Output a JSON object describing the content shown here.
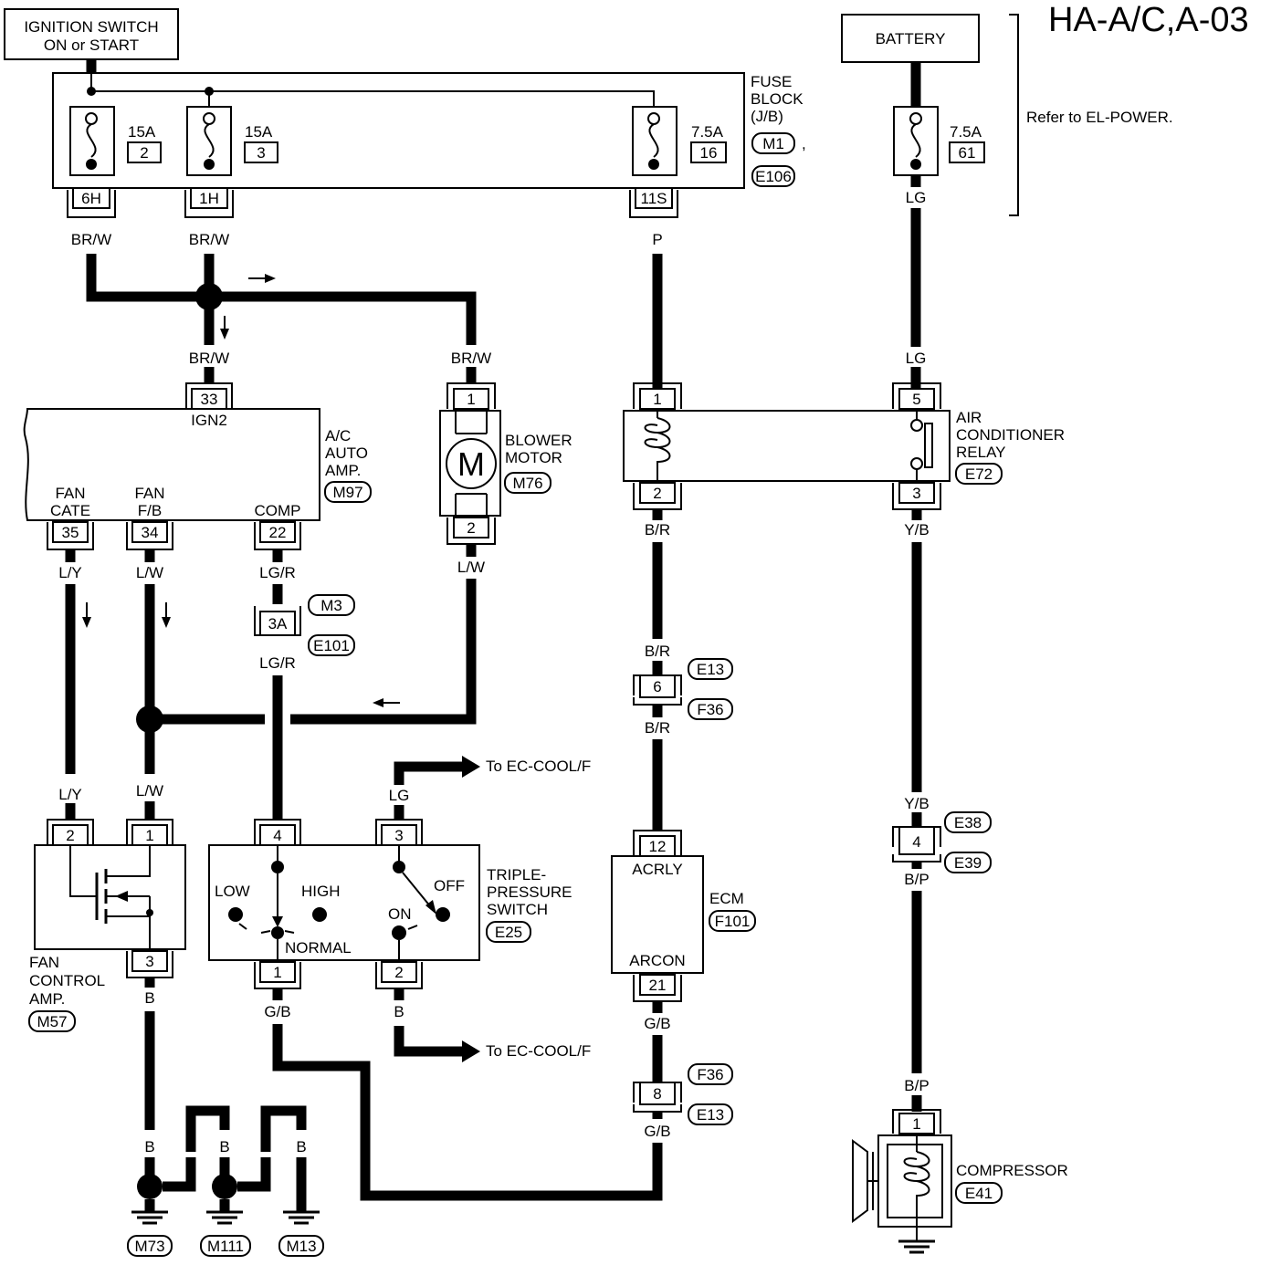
{
  "page_title": "HA-A/C,A-03",
  "sources": {
    "ignition_switch": [
      "IGNITION SWITCH",
      "ON or START"
    ],
    "battery": "BATTERY",
    "refer_note": "Refer to EL-POWER."
  },
  "fuse_block": {
    "label_lines": [
      "FUSE",
      "BLOCK",
      "(J/B)"
    ],
    "connector_ids": [
      "M1",
      "E106"
    ],
    "separator": ",",
    "fuses": [
      {
        "rating": "15A",
        "number": "2",
        "terminal": "6H"
      },
      {
        "rating": "15A",
        "number": "3",
        "terminal": "1H"
      },
      {
        "rating": "7.5A",
        "number": "16",
        "terminal": "11S"
      }
    ]
  },
  "battery_fuse": {
    "rating": "7.5A",
    "number": "61"
  },
  "wire_colors": {
    "brw": "BR/W",
    "p": "P",
    "lg": "LG",
    "ly": "L/Y",
    "lw": "L/W",
    "lgr": "LG/R",
    "br": "B/R",
    "yb": "Y/B",
    "bp": "B/P",
    "gb": "G/B",
    "b": "B"
  },
  "ac_auto_amp": {
    "label_lines": [
      "A/C",
      "AUTO",
      "AMP."
    ],
    "id": "M97",
    "pin_ign2": {
      "pin": "33",
      "name": "IGN2"
    },
    "pin_fan_cate": {
      "pin": "35",
      "name_lines": [
        "FAN",
        "CATE"
      ]
    },
    "pin_fan_fb": {
      "pin": "34",
      "name_lines": [
        "FAN",
        "F/B"
      ]
    },
    "pin_comp": {
      "pin": "22",
      "name": "COMP"
    }
  },
  "blower_motor": {
    "label_lines": [
      "BLOWER",
      "MOTOR"
    ],
    "id": "M76",
    "symbol": "M",
    "pins": [
      "1",
      "2"
    ]
  },
  "joint_connector": {
    "pin": "3A",
    "ids": [
      "M3",
      "E101"
    ]
  },
  "ac_relay": {
    "label_lines": [
      "AIR",
      "CONDITIONER",
      "RELAY"
    ],
    "id": "E72",
    "pins": [
      "1",
      "2",
      "5",
      "3"
    ]
  },
  "inline_e13_f36": {
    "pin": "6",
    "ids": [
      "E13",
      "F36"
    ]
  },
  "inline_f36_e13": {
    "pin": "8",
    "ids": [
      "F36",
      "E13"
    ]
  },
  "inline_e38_e39": {
    "pin": "4",
    "ids": [
      "E38",
      "E39"
    ]
  },
  "ecm": {
    "label": "ECM",
    "id": "F101",
    "pin_acrly": {
      "pin": "12",
      "name": "ACRLY"
    },
    "pin_arcon": {
      "pin": "21",
      "name": "ARCON"
    }
  },
  "triple_pressure_switch": {
    "label_lines": [
      "TRIPLE-",
      "PRESSURE",
      "SWITCH"
    ],
    "id": "E25",
    "pins": [
      "4",
      "3",
      "1",
      "2"
    ],
    "positions": {
      "low": "LOW",
      "high": "HIGH",
      "normal": "NORMAL",
      "off": "OFF",
      "on": "ON"
    }
  },
  "to_ec_cool_f": "To EC-COOL/F",
  "fan_control_amp": {
    "label_lines": [
      "FAN",
      "CONTROL",
      "AMP."
    ],
    "id": "M57",
    "pins": [
      "2",
      "1",
      "3"
    ]
  },
  "compressor": {
    "label": "COMPRESSOR",
    "id": "E41",
    "pin": "1"
  },
  "grounds": [
    "M73",
    "M111",
    "M13"
  ]
}
